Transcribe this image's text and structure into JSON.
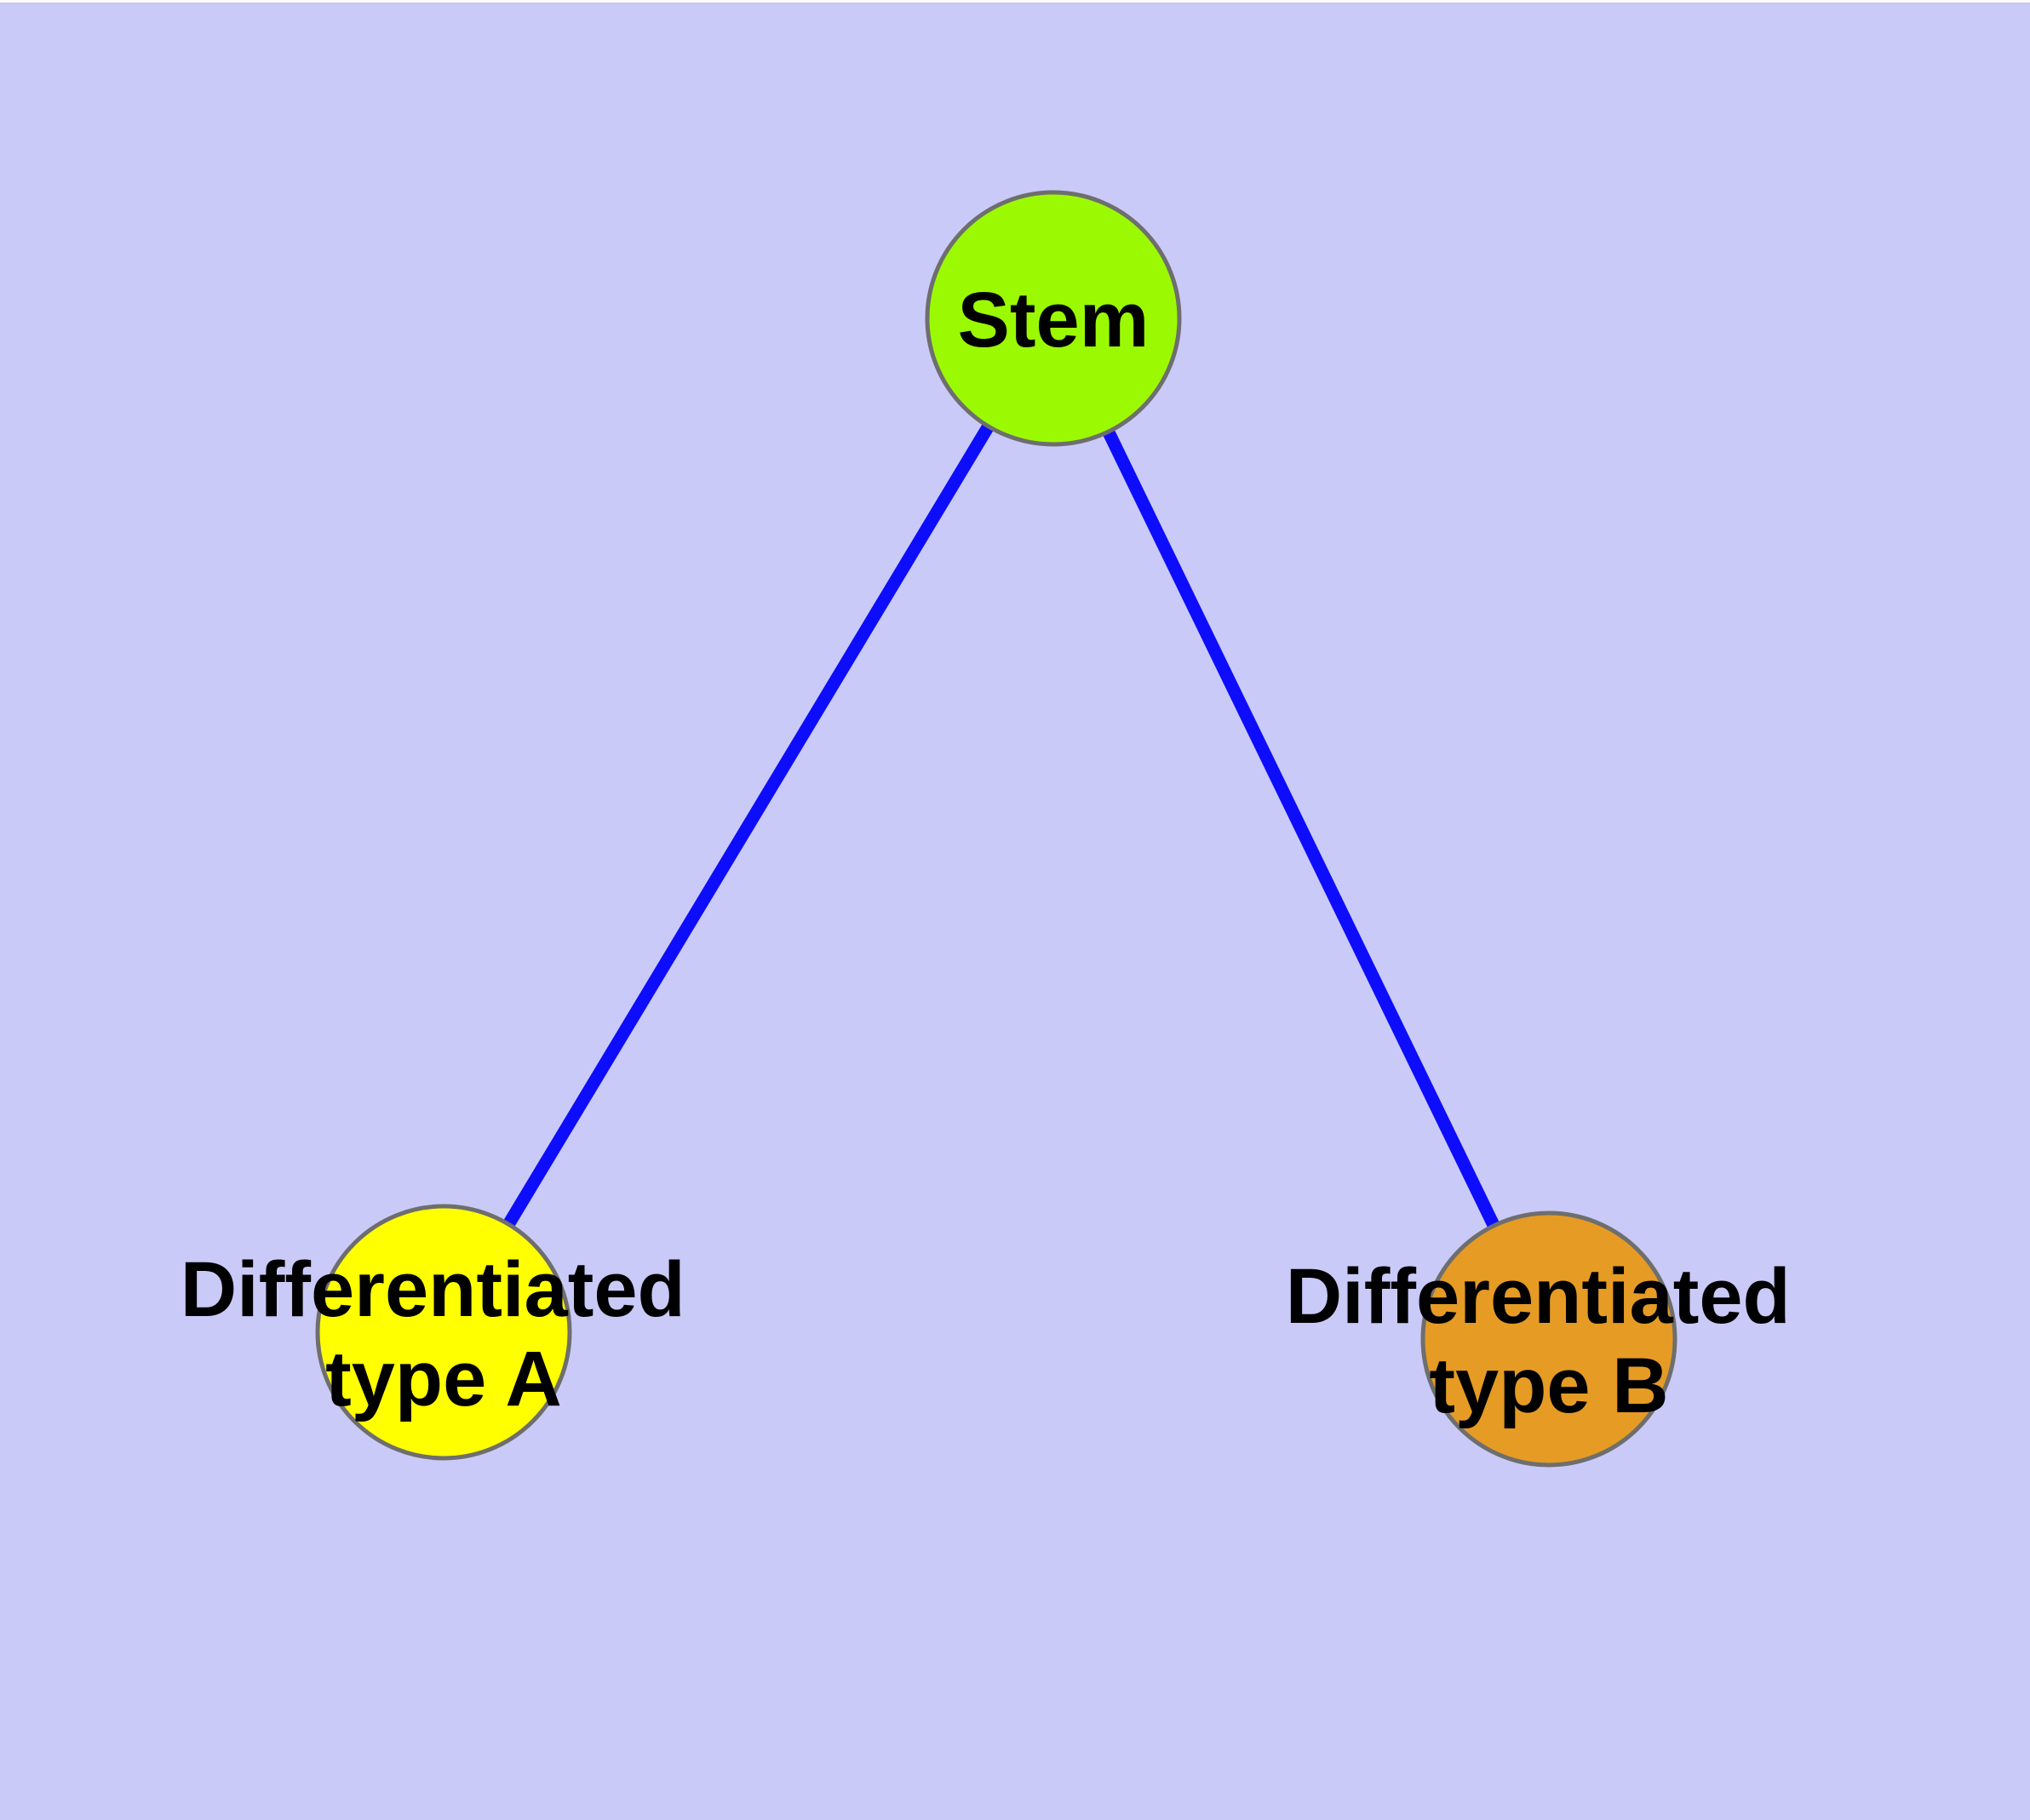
{
  "diagram": {
    "type": "node-link-graph",
    "background_color": "#CACAF8",
    "window_top_strip_color": "#FBFBFF",
    "window_top_line_color": "#C6C6DF",
    "edge_color": "#0D0DFC",
    "node_border_color": "#6E6E6E",
    "text_color": "#000000",
    "nodes": {
      "stem": {
        "label": "Stem",
        "color": "#9BFA02"
      },
      "type_a": {
        "label_line1": "Differentiated",
        "label_line2": "type A",
        "color": "#FFFF00"
      },
      "type_b": {
        "label_line1": "Differentiated",
        "label_line2": "type B",
        "color": "#E69B24"
      }
    },
    "edges": [
      {
        "from": "Stem",
        "to": "Differentiated type A"
      },
      {
        "from": "Stem",
        "to": "Differentiated type B"
      }
    ]
  }
}
